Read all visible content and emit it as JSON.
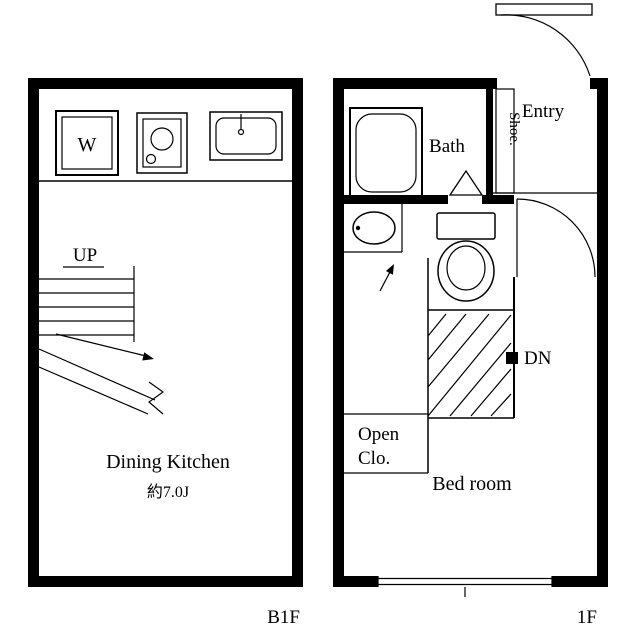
{
  "colors": {
    "line": "#000000",
    "background": "#ffffff"
  },
  "b1f": {
    "floor_label": "B1F",
    "washer_label": "W",
    "stairs_label": "UP",
    "room_name": "Dining Kitchen",
    "room_size": "約7.0J"
  },
  "f1": {
    "floor_label": "1F",
    "entry_label": "Entry",
    "bath_label": "Bath",
    "shoe_label": "Shoe.",
    "stairs_label": "DN",
    "closet_line1": "Open",
    "closet_line2": "Clo.",
    "bedroom_label": "Bed room"
  }
}
